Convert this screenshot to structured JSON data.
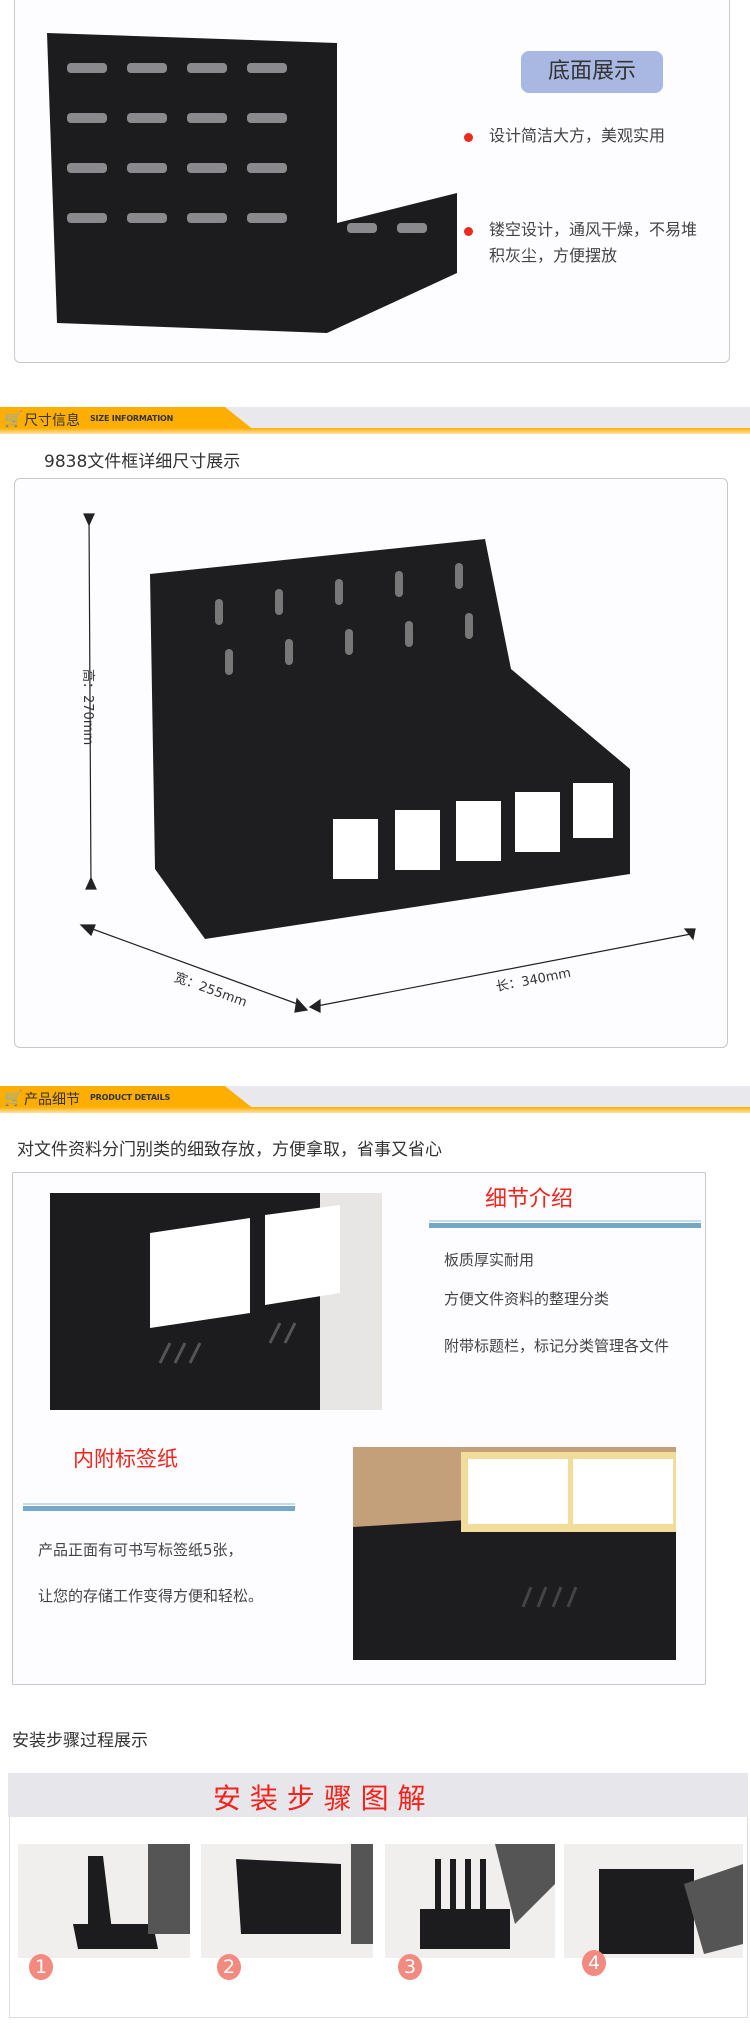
{
  "bottom_view": {
    "badge": "底面展示",
    "bullets": [
      "设计简洁大方，美观实用",
      "镂空设计，通风干燥，不易堆积灰尘，方便摆放"
    ]
  },
  "size_section": {
    "bar_title": "尺寸信息",
    "bar_subtitle": "SIZE INFORMATION",
    "caption": "9838文件框详细尺寸展示",
    "height_label": "高：270mm",
    "width_label": "宽：255mm",
    "length_label": "长：340mm"
  },
  "detail_section": {
    "bar_title": "产品细节",
    "bar_subtitle": "PRODUCT DETAILS",
    "caption": "对文件资料分门别类的细致存放，方便拿取，省事又省心",
    "detail_title": "细节介绍",
    "detail_points": [
      "板质厚实耐用",
      "方便文件资料的整理分类",
      "附带标题栏，标记分类管理各文件"
    ],
    "label_title": "内附标签纸",
    "label_points": [
      "产品正面有可书写标签纸5张，",
      "让您的存储工作变得方便和轻松。"
    ]
  },
  "install_section": {
    "caption": "安装步骤过程展示",
    "banner": "安 装 步 骤 图 解",
    "steps": [
      "1",
      "2",
      "3",
      "4"
    ]
  },
  "colors": {
    "accent_orange": "#fdae00",
    "red": "#f4231c",
    "badge_blue": "#a9b8e3"
  }
}
